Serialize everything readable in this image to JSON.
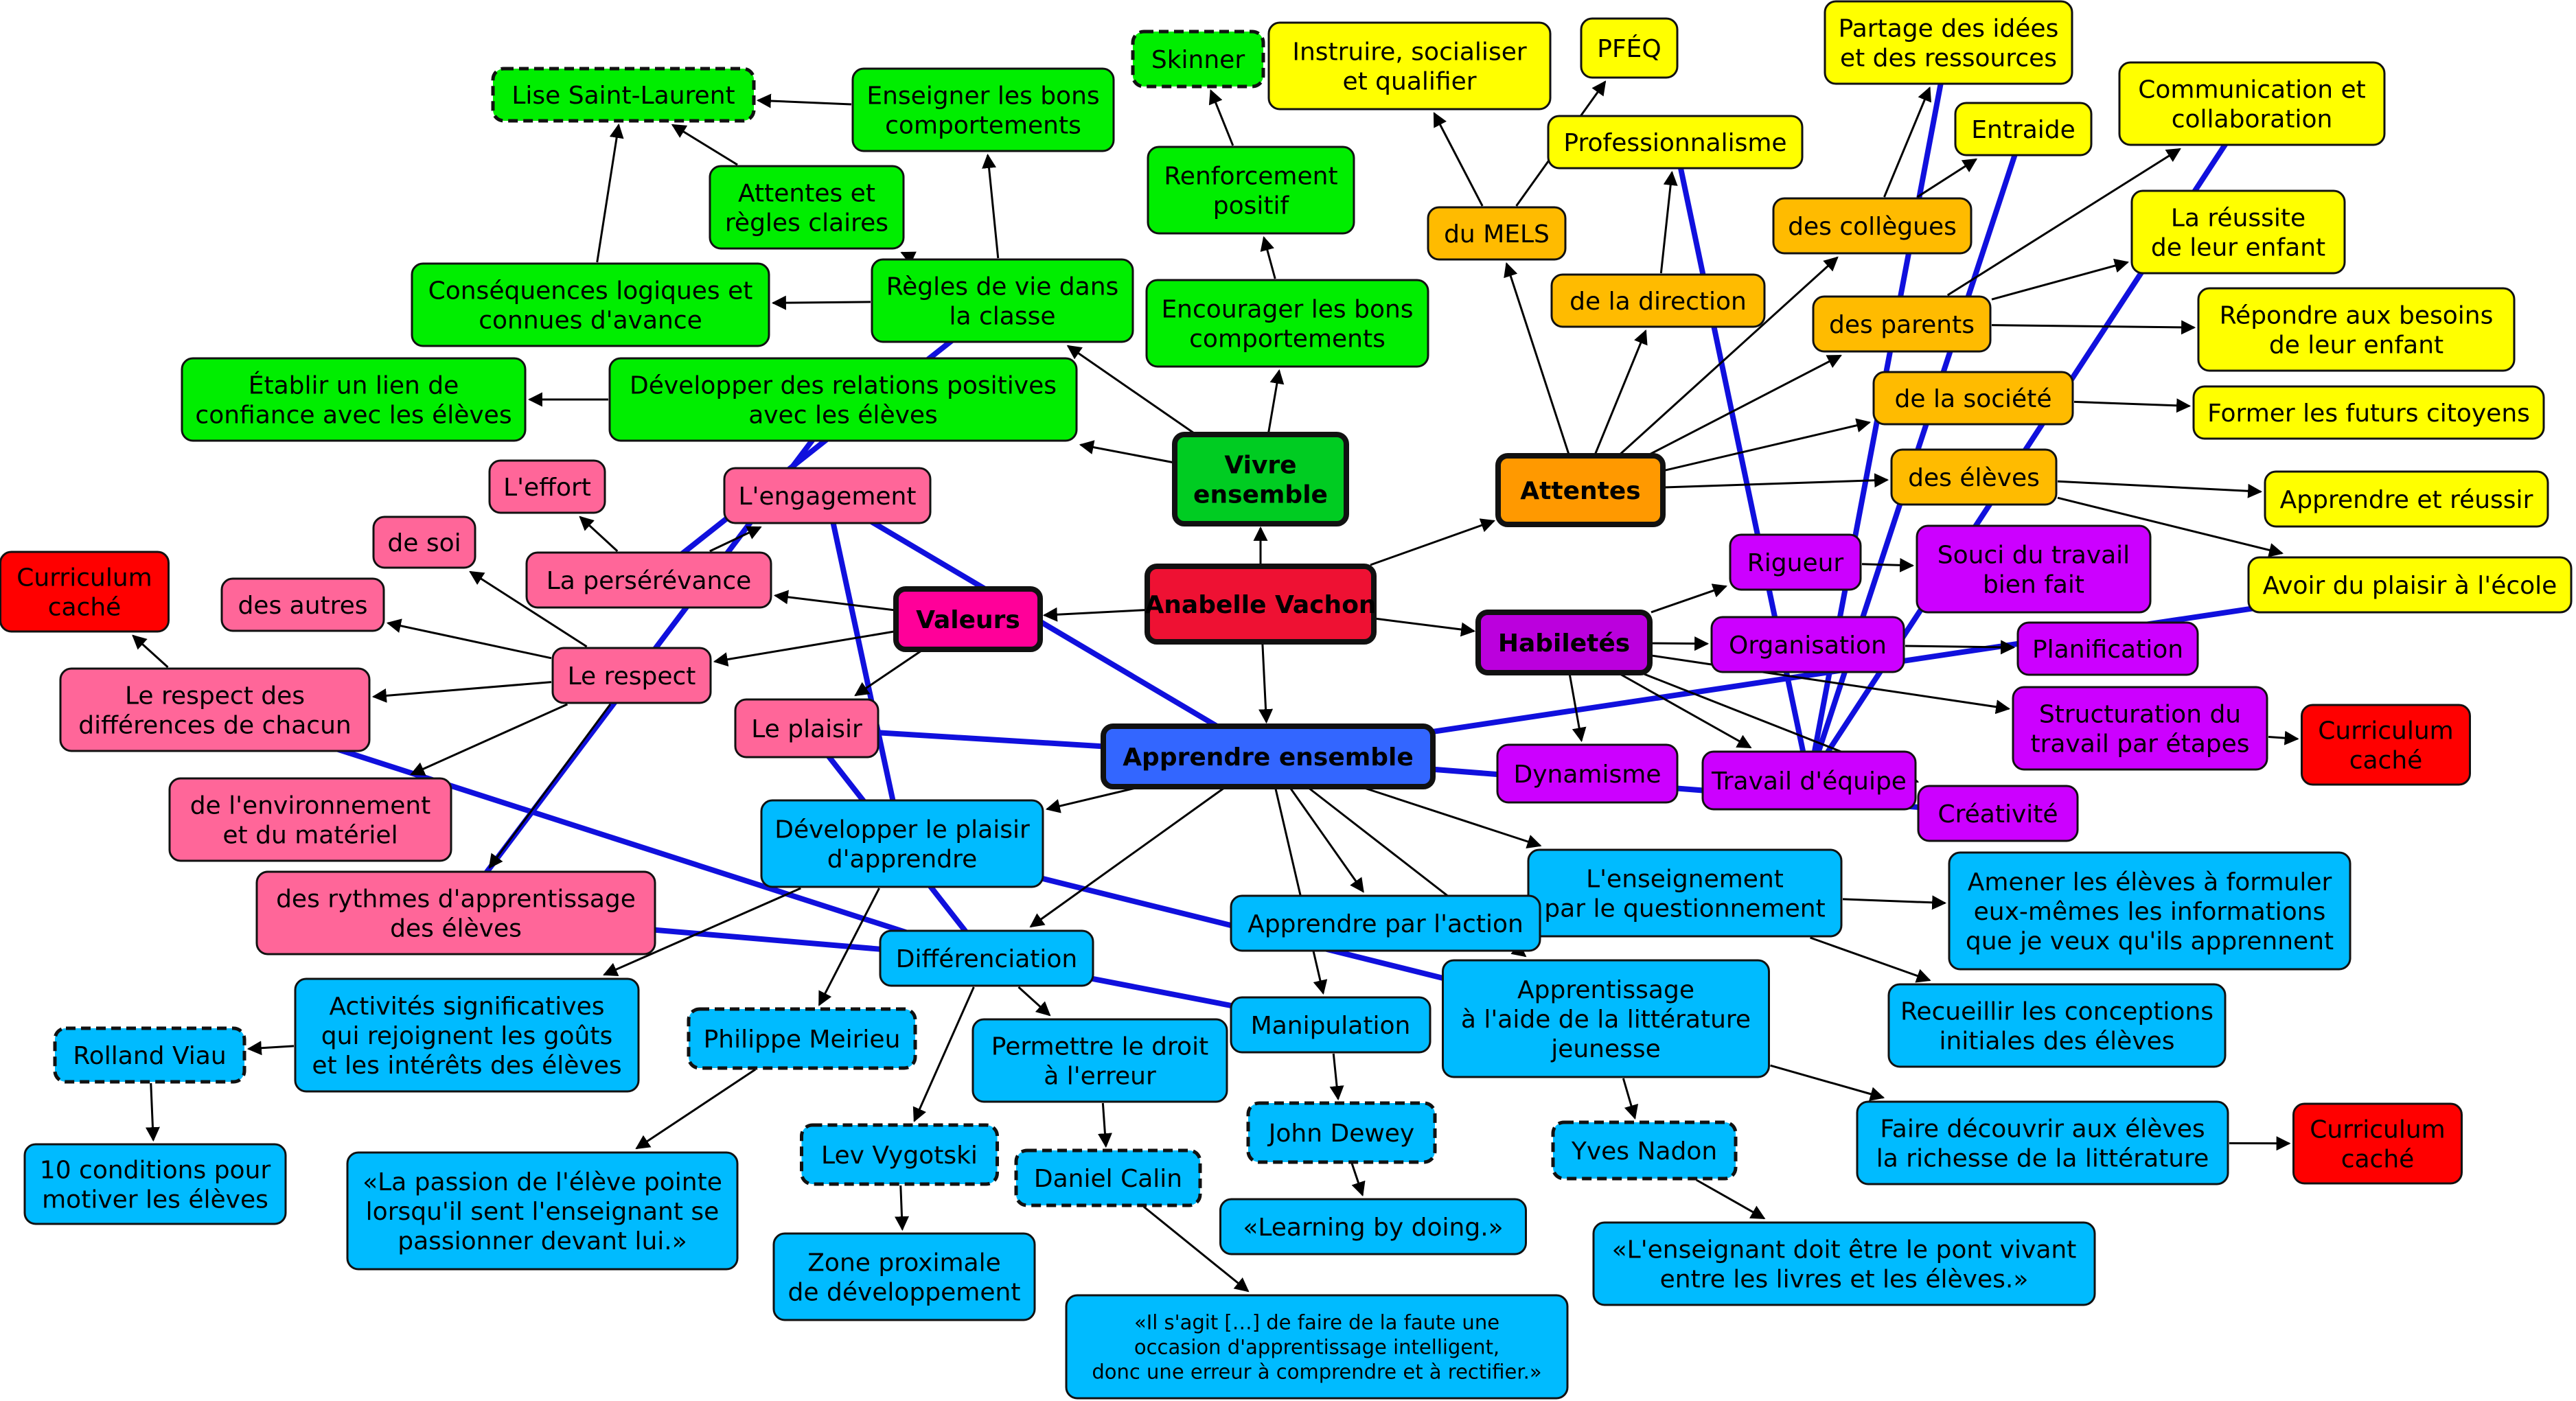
{
  "colors": {
    "green": "#00ee00",
    "green_center": "#00cc22",
    "pink": "#ff6699",
    "magenta": "#ff0099",
    "red_center": "#ee1133",
    "red": "#ff0000",
    "blue": "#00bbff",
    "blue_center": "#3366ff",
    "orange": "#ffbb00",
    "orange_center": "#ff9900",
    "yellow": "#ffff00",
    "purple": "#cc00ff",
    "purple_center": "#bb00dd",
    "crosslink": "#1010dd",
    "arrow": "#000000"
  },
  "nodes": [
    {
      "id": "anabelle",
      "lines": [
        "Anabelle Vachon"
      ],
      "color": "red_center",
      "bold": true,
      "center": true
    },
    {
      "id": "vivre",
      "lines": [
        "Vivre",
        "ensemble"
      ],
      "color": "green_center",
      "bold": true,
      "center": true
    },
    {
      "id": "attentes",
      "lines": [
        "Attentes"
      ],
      "color": "orange_center",
      "bold": true,
      "center": true
    },
    {
      "id": "valeurs",
      "lines": [
        "Valeurs"
      ],
      "color": "magenta",
      "bold": true,
      "center": true
    },
    {
      "id": "habiletes",
      "lines": [
        "Habiletés"
      ],
      "color": "purple_center",
      "bold": true,
      "center": true
    },
    {
      "id": "apprendre",
      "lines": [
        "Apprendre ensemble"
      ],
      "color": "blue_center",
      "bold": true,
      "center": true
    },
    {
      "id": "lise",
      "lines": [
        "Lise Saint-Laurent"
      ],
      "color": "green",
      "dashed": true
    },
    {
      "id": "enseigner_bons",
      "lines": [
        "Enseigner les bons",
        "comportements"
      ],
      "color": "green"
    },
    {
      "id": "skinner",
      "lines": [
        "Skinner"
      ],
      "color": "green",
      "dashed": true
    },
    {
      "id": "renforcement",
      "lines": [
        "Renforcement",
        "positif"
      ],
      "color": "green"
    },
    {
      "id": "attentes_claires",
      "lines": [
        "Attentes et",
        "règles claires"
      ],
      "color": "green"
    },
    {
      "id": "consequences",
      "lines": [
        "Conséquences logiques et",
        "connues d'avance"
      ],
      "color": "green"
    },
    {
      "id": "regles",
      "lines": [
        "Règles de vie dans",
        "la classe"
      ],
      "color": "green"
    },
    {
      "id": "encourager",
      "lines": [
        "Encourager les bons",
        "comportements"
      ],
      "color": "green"
    },
    {
      "id": "etablir",
      "lines": [
        "Établir un lien de",
        "confiance avec les élèves"
      ],
      "color": "green"
    },
    {
      "id": "developper_rel",
      "lines": [
        "Développer des relations positives",
        "avec les élèves"
      ],
      "color": "green"
    },
    {
      "id": "instruire",
      "lines": [
        "Instruire, socialiser",
        "et qualifier"
      ],
      "color": "yellow"
    },
    {
      "id": "pfeq",
      "lines": [
        "PFÉQ"
      ],
      "color": "yellow"
    },
    {
      "id": "partage",
      "lines": [
        "Partage des idées",
        "et des ressources"
      ],
      "color": "yellow"
    },
    {
      "id": "professionnalisme",
      "lines": [
        "Professionnalisme"
      ],
      "color": "yellow"
    },
    {
      "id": "entraide",
      "lines": [
        "Entraide"
      ],
      "color": "yellow"
    },
    {
      "id": "communication",
      "lines": [
        "Communication et",
        "collaboration"
      ],
      "color": "yellow"
    },
    {
      "id": "reussite",
      "lines": [
        "La réussite",
        "de leur enfant"
      ],
      "color": "yellow"
    },
    {
      "id": "repondre",
      "lines": [
        "Répondre aux besoins",
        "de leur enfant"
      ],
      "color": "yellow"
    },
    {
      "id": "former",
      "lines": [
        "Former les futurs citoyens"
      ],
      "color": "yellow"
    },
    {
      "id": "apprendre_reussir",
      "lines": [
        "Apprendre et réussir"
      ],
      "color": "yellow"
    },
    {
      "id": "plaisir_ecole",
      "lines": [
        "Avoir du plaisir à l'école"
      ],
      "color": "yellow"
    },
    {
      "id": "mels",
      "lines": [
        "du MELS"
      ],
      "color": "orange"
    },
    {
      "id": "direction",
      "lines": [
        "de la direction"
      ],
      "color": "orange"
    },
    {
      "id": "collegues",
      "lines": [
        "des collègues"
      ],
      "color": "orange"
    },
    {
      "id": "parents",
      "lines": [
        "des parents"
      ],
      "color": "orange"
    },
    {
      "id": "societe",
      "lines": [
        "de la société"
      ],
      "color": "orange"
    },
    {
      "id": "eleves",
      "lines": [
        "des élèves"
      ],
      "color": "orange"
    },
    {
      "id": "curriculum1",
      "lines": [
        "Curriculum",
        "caché"
      ],
      "color": "red"
    },
    {
      "id": "effort",
      "lines": [
        "L'effort"
      ],
      "color": "pink"
    },
    {
      "id": "engagement",
      "lines": [
        "L'engagement"
      ],
      "color": "pink"
    },
    {
      "id": "desoi",
      "lines": [
        "de soi"
      ],
      "color": "pink"
    },
    {
      "id": "perseverance",
      "lines": [
        "La persérévance"
      ],
      "color": "pink"
    },
    {
      "id": "autres",
      "lines": [
        "des autres"
      ],
      "color": "pink"
    },
    {
      "id": "respect",
      "lines": [
        "Le respect"
      ],
      "color": "pink"
    },
    {
      "id": "respect_diff",
      "lines": [
        "Le respect des",
        "différences de chacun"
      ],
      "color": "pink"
    },
    {
      "id": "plaisir",
      "lines": [
        "Le plaisir"
      ],
      "color": "pink"
    },
    {
      "id": "environnement",
      "lines": [
        "de l'environnement",
        "et du matériel"
      ],
      "color": "pink"
    },
    {
      "id": "rythmes",
      "lines": [
        "des rythmes d'apprentissage",
        "des élèves"
      ],
      "color": "pink"
    },
    {
      "id": "rigueur",
      "lines": [
        "Rigueur"
      ],
      "color": "purple"
    },
    {
      "id": "souci",
      "lines": [
        "Souci du travail",
        "bien fait"
      ],
      "color": "purple"
    },
    {
      "id": "organisation",
      "lines": [
        "Organisation"
      ],
      "color": "purple"
    },
    {
      "id": "planification",
      "lines": [
        "Planification"
      ],
      "color": "purple"
    },
    {
      "id": "structuration",
      "lines": [
        "Structuration du",
        "travail par étapes"
      ],
      "color": "purple"
    },
    {
      "id": "curriculum2",
      "lines": [
        "Curriculum",
        "caché"
      ],
      "color": "red"
    },
    {
      "id": "dynamisme",
      "lines": [
        "Dynamisme"
      ],
      "color": "purple"
    },
    {
      "id": "travail_equipe",
      "lines": [
        "Travail d'équipe"
      ],
      "color": "purple"
    },
    {
      "id": "creativite",
      "lines": [
        "Créativité"
      ],
      "color": "purple"
    },
    {
      "id": "dev_plaisir",
      "lines": [
        "Développer le plaisir",
        "d'apprendre"
      ],
      "color": "blue"
    },
    {
      "id": "questionnement",
      "lines": [
        "L'enseignement",
        "par le questionnement"
      ],
      "color": "blue"
    },
    {
      "id": "amener",
      "lines": [
        "Amener les élèves à formuler",
        "eux-mêmes les informations",
        "que je veux qu'ils apprennent"
      ],
      "color": "blue"
    },
    {
      "id": "differenciation",
      "lines": [
        "Différenciation"
      ],
      "color": "blue"
    },
    {
      "id": "action",
      "lines": [
        "Apprendre par l'action"
      ],
      "color": "blue"
    },
    {
      "id": "activites",
      "lines": [
        "Activités significatives",
        "qui rejoignent les goûts",
        "et les intérêts des élèves"
      ],
      "color": "blue"
    },
    {
      "id": "viau",
      "lines": [
        "Rolland Viau"
      ],
      "color": "blue",
      "dashed": true
    },
    {
      "id": "conditions",
      "lines": [
        "10 conditions pour",
        "motiver les élèves"
      ],
      "color": "blue"
    },
    {
      "id": "meirieu",
      "lines": [
        "Philippe Meirieu"
      ],
      "color": "blue",
      "dashed": true
    },
    {
      "id": "passion",
      "lines": [
        "«La passion de l'élève pointe",
        "lorsqu'il sent l'enseignant se",
        "passionner devant lui.»"
      ],
      "color": "blue"
    },
    {
      "id": "erreur",
      "lines": [
        "Permettre le droit",
        "à l'erreur"
      ],
      "color": "blue"
    },
    {
      "id": "manipulation",
      "lines": [
        "Manipulation"
      ],
      "color": "blue"
    },
    {
      "id": "litterature",
      "lines": [
        "Apprentissage",
        "à l'aide de la littérature",
        "jeunesse"
      ],
      "color": "blue"
    },
    {
      "id": "conceptions",
      "lines": [
        "Recueillir les conceptions",
        "initiales des élèves"
      ],
      "color": "blue"
    },
    {
      "id": "vygotski",
      "lines": [
        "Lev Vygotski"
      ],
      "color": "blue",
      "dashed": true
    },
    {
      "id": "zone",
      "lines": [
        "Zone proximale",
        "de développement"
      ],
      "color": "blue"
    },
    {
      "id": "calin",
      "lines": [
        "Daniel Calin"
      ],
      "color": "blue",
      "dashed": true
    },
    {
      "id": "quote_calin",
      "lines": [
        "«Il s'agit […] de faire de la faute une",
        "occasion d'apprentissage intelligent,",
        "donc une erreur à comprendre et à rectifier.»"
      ],
      "color": "blue",
      "small": true
    },
    {
      "id": "dewey",
      "lines": [
        "John Dewey"
      ],
      "color": "blue",
      "dashed": true
    },
    {
      "id": "learning",
      "lines": [
        "«Learning by doing.»"
      ],
      "color": "blue"
    },
    {
      "id": "nadon",
      "lines": [
        "Yves Nadon"
      ],
      "color": "blue",
      "dashed": true
    },
    {
      "id": "pont",
      "lines": [
        "«L'enseignant doit être le pont vivant",
        "entre les livres et les élèves.»"
      ],
      "color": "blue"
    },
    {
      "id": "faire_decouvrir",
      "lines": [
        "Faire découvrir aux élèves",
        "la richesse de la littérature"
      ],
      "color": "blue"
    },
    {
      "id": "curriculum3",
      "lines": [
        "Curriculum",
        "caché"
      ],
      "color": "red"
    }
  ],
  "arrows": [
    [
      "anabelle",
      "vivre"
    ],
    [
      "anabelle",
      "attentes"
    ],
    [
      "anabelle",
      "valeurs"
    ],
    [
      "anabelle",
      "habiletes"
    ],
    [
      "anabelle",
      "apprendre"
    ],
    [
      "vivre",
      "developper_rel"
    ],
    [
      "vivre",
      "regles"
    ],
    [
      "vivre",
      "encourager"
    ],
    [
      "regles",
      "consequences"
    ],
    [
      "regles",
      "attentes_claires"
    ],
    [
      "regles",
      "enseigner_bons"
    ],
    [
      "consequences",
      "lise"
    ],
    [
      "attentes_claires",
      "lise"
    ],
    [
      "enseigner_bons",
      "lise"
    ],
    [
      "encourager",
      "renforcement"
    ],
    [
      "renforcement",
      "skinner"
    ],
    [
      "developper_rel",
      "etablir"
    ],
    [
      "attentes",
      "mels"
    ],
    [
      "attentes",
      "direction"
    ],
    [
      "attentes",
      "collegues"
    ],
    [
      "attentes",
      "parents"
    ],
    [
      "attentes",
      "societe"
    ],
    [
      "attentes",
      "eleves"
    ],
    [
      "mels",
      "instruire"
    ],
    [
      "mels",
      "pfeq"
    ],
    [
      "direction",
      "professionnalisme"
    ],
    [
      "collegues",
      "partage"
    ],
    [
      "collegues",
      "entraide"
    ],
    [
      "parents",
      "communication"
    ],
    [
      "parents",
      "reussite"
    ],
    [
      "parents",
      "repondre"
    ],
    [
      "societe",
      "former"
    ],
    [
      "eleves",
      "apprendre_reussir"
    ],
    [
      "eleves",
      "plaisir_ecole"
    ],
    [
      "valeurs",
      "perseverance"
    ],
    [
      "valeurs",
      "respect"
    ],
    [
      "valeurs",
      "plaisir"
    ],
    [
      "perseverance",
      "effort"
    ],
    [
      "perseverance",
      "engagement"
    ],
    [
      "respect",
      "desoi"
    ],
    [
      "respect",
      "autres"
    ],
    [
      "respect",
      "respect_diff"
    ],
    [
      "respect",
      "environnement"
    ],
    [
      "respect",
      "rythmes"
    ],
    [
      "respect_diff",
      "curriculum1"
    ],
    [
      "habiletes",
      "rigueur"
    ],
    [
      "habiletes",
      "organisation"
    ],
    [
      "habiletes",
      "dynamisme"
    ],
    [
      "habiletes",
      "travail_equipe"
    ],
    [
      "habiletes",
      "creativite"
    ],
    [
      "habiletes",
      "structuration"
    ],
    [
      "rigueur",
      "souci"
    ],
    [
      "organisation",
      "planification"
    ],
    [
      "structuration",
      "curriculum2"
    ],
    [
      "apprendre",
      "dev_plaisir"
    ],
    [
      "apprendre",
      "differenciation"
    ],
    [
      "apprendre",
      "action"
    ],
    [
      "apprendre",
      "manipulation"
    ],
    [
      "apprendre",
      "litterature"
    ],
    [
      "apprendre",
      "questionnement"
    ],
    [
      "questionnement",
      "amener"
    ],
    [
      "questionnement",
      "conceptions"
    ],
    [
      "dev_plaisir",
      "activites"
    ],
    [
      "dev_plaisir",
      "meirieu"
    ],
    [
      "activites",
      "viau"
    ],
    [
      "viau",
      "conditions"
    ],
    [
      "meirieu",
      "passion"
    ],
    [
      "differenciation",
      "vygotski"
    ],
    [
      "differenciation",
      "erreur"
    ],
    [
      "vygotski",
      "zone"
    ],
    [
      "erreur",
      "calin"
    ],
    [
      "calin",
      "quote_calin"
    ],
    [
      "manipulation",
      "dewey"
    ],
    [
      "dewey",
      "learning"
    ],
    [
      "litterature",
      "nadon"
    ],
    [
      "litterature",
      "faire_decouvrir"
    ],
    [
      "nadon",
      "pont"
    ],
    [
      "faire_decouvrir",
      "curriculum3"
    ]
  ],
  "crosslinks": [
    [
      "engagement",
      "apprendre"
    ],
    [
      "engagement",
      "dev_plaisir"
    ],
    [
      "regles",
      "perseverance"
    ],
    [
      "developper_rel",
      "rythmes"
    ],
    [
      "plaisir",
      "apprendre"
    ],
    [
      "plaisir",
      "differenciation"
    ],
    [
      "respect_diff",
      "differenciation"
    ],
    [
      "rythmes",
      "differenciation"
    ],
    [
      "apprendre",
      "plaisir_ecole"
    ],
    [
      "apprendre",
      "creativite"
    ],
    [
      "action",
      "questionnement"
    ],
    [
      "differenciation",
      "manipulation"
    ],
    [
      "dev_plaisir",
      "litterature"
    ],
    [
      "travail_equipe",
      "partage"
    ],
    [
      "travail_equipe",
      "entraide"
    ],
    [
      "travail_equipe",
      "communication"
    ],
    [
      "travail_equipe",
      "professionnalisme"
    ]
  ]
}
